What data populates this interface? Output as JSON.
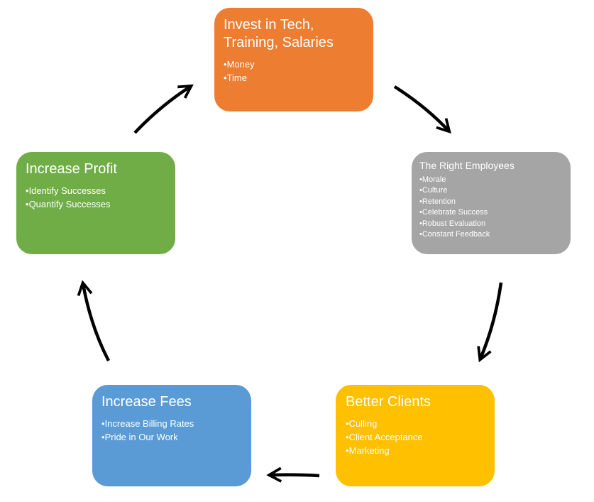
{
  "colors": {
    "invest": "#ED7D31",
    "employees": "#A5A5A5",
    "clients": "#FFC000",
    "fees": "#5B9BD5",
    "profit": "#70AD47",
    "arrow": "#000000"
  },
  "invest": {
    "title": "Invest in Tech,\nTraining, Salaries",
    "items": [
      "Money",
      "Time"
    ]
  },
  "employees": {
    "title": "The Right Employees",
    "items": [
      "Morale",
      "Culture",
      "Retention",
      "Celebrate Success",
      "Robust Evaluation",
      "Constant Feedback"
    ]
  },
  "clients": {
    "title": "Better Clients",
    "items": [
      "Culling",
      "Client Acceptance",
      "Marketing"
    ]
  },
  "fees": {
    "title": "Increase Fees",
    "items": [
      "Increase Billing Rates",
      "Pride in Our Work"
    ]
  },
  "profit": {
    "title": "Increase Profit",
    "items": [
      "Identify Successes",
      "Quantify Successes"
    ]
  }
}
